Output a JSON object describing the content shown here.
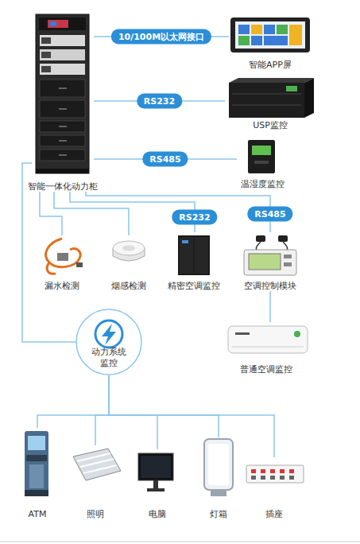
{
  "diagram": {
    "nodes": [
      {
        "text": [
          "智能一体化动力柜"
        ]
      },
      {
        "text": [
          "智能APP屏"
        ]
      },
      {
        "text": [
          "USP监控"
        ]
      },
      {
        "text": [
          "温湿度监控"
        ]
      },
      {
        "text": [
          "漏水检测"
        ]
      },
      {
        "text": [
          "烟感检测"
        ]
      },
      {
        "text": [
          "精密空调监控"
        ]
      },
      {
        "text": [
          "空调控制模块"
        ]
      },
      {
        "text": [
          "普通空调监控"
        ]
      },
      {
        "text": [
          "动力系统 监控"
        ]
      },
      {
        "text": [
          "ATM"
        ]
      },
      {
        "text": [
          "照明"
        ]
      },
      {
        "text": [
          "电脑"
        ]
      },
      {
        "text": [
          "灯箱"
        ]
      },
      {
        "text": [
          "插座"
        ]
      }
    ],
    "edges": [
      {
        "from": 0,
        "to": 1,
        "label": "10/100M以太网接口",
        "arrow": "none"
      },
      {
        "from": 0,
        "to": 2,
        "label": "RS232",
        "arrow": "none"
      },
      {
        "from": 0,
        "to": 3,
        "label": "RS485",
        "arrow": "none"
      },
      {
        "from": 0,
        "to": 4,
        "arrow": "none"
      },
      {
        "from": 0,
        "to": 5,
        "arrow": "none"
      },
      {
        "from": 0,
        "to": 6,
        "label": "RS232",
        "arrow": "none"
      },
      {
        "from": 0,
        "to": 7,
        "label": "RS485",
        "arrow": "none"
      },
      {
        "from": 7,
        "to": 8,
        "arrow": "none"
      },
      {
        "from": 0,
        "to": 9,
        "arrow": "none"
      },
      {
        "from": 9,
        "to": 10,
        "arrow": "none"
      },
      {
        "from": 9,
        "to": 11,
        "arrow": "none"
      },
      {
        "from": 9,
        "to": 12,
        "arrow": "none"
      },
      {
        "from": 9,
        "to": 13,
        "arrow": "none"
      },
      {
        "from": 9,
        "to": 14,
        "arrow": "none"
      }
    ]
  }
}
